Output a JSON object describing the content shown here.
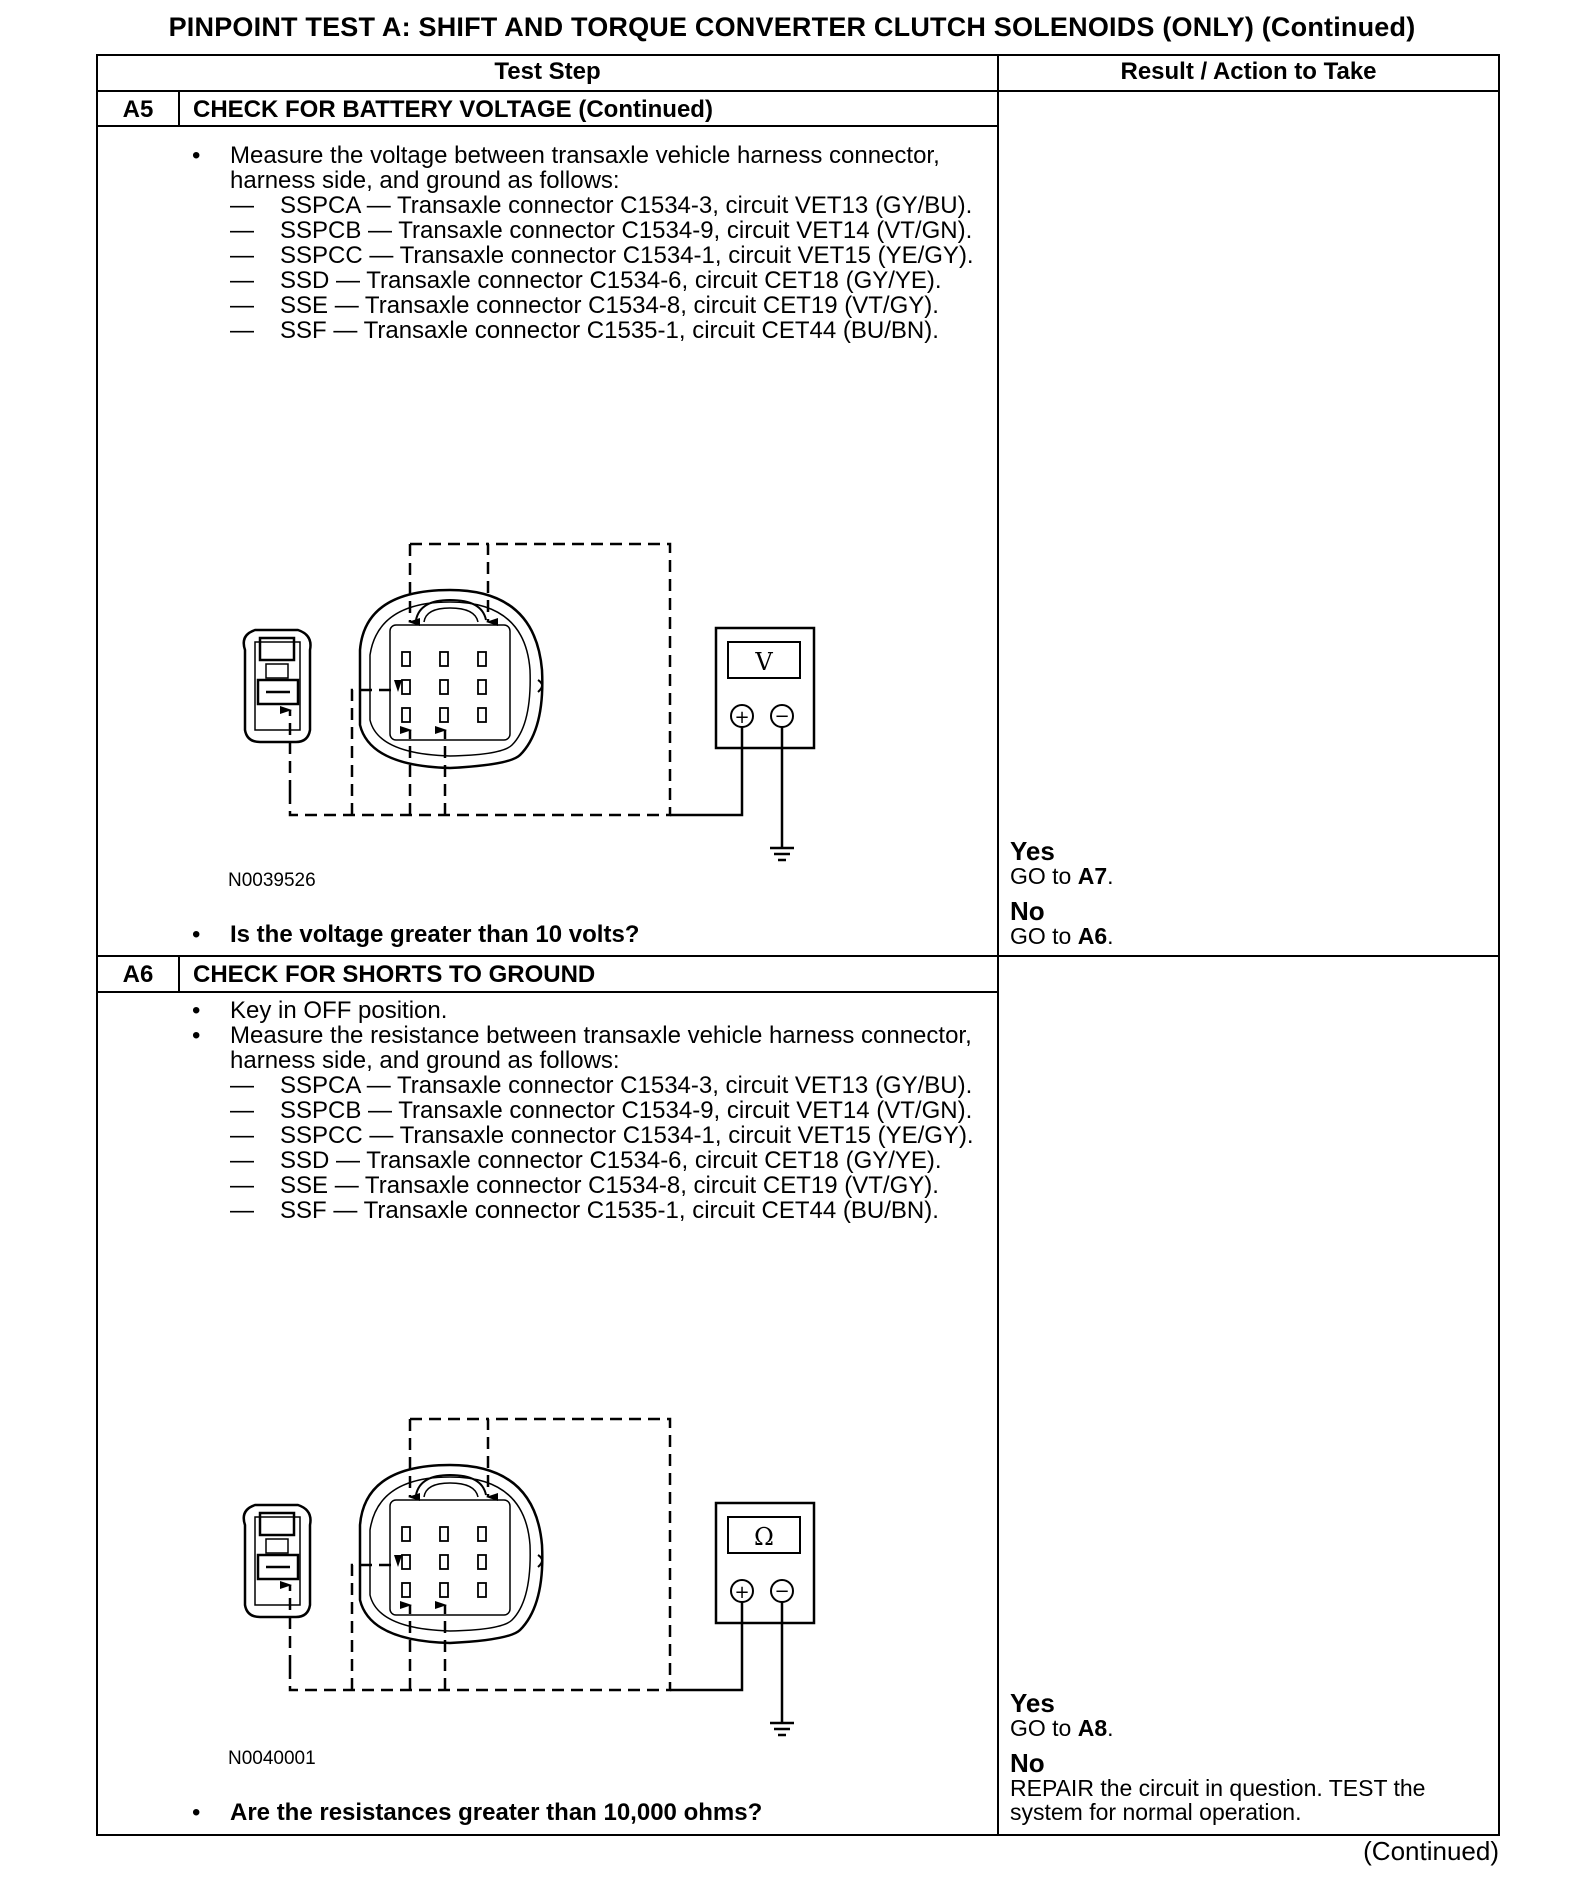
{
  "page_title": "PINPOINT TEST  A: SHIFT AND TORQUE CONVERTER CLUTCH SOLENOIDS (ONLY) (Continued)",
  "table": {
    "col_test_step": "Test Step",
    "col_result": "Result / Action to Take"
  },
  "steps": [
    {
      "id": "A5",
      "title": "CHECK FOR BATTERY VOLTAGE (Continued)",
      "bullets": [
        {
          "text": "Measure the voltage between transaxle vehicle harness connector, harness side, and ground as follows:",
          "sub": [
            "SSPCA — Transaxle connector C1534-3, circuit VET13 (GY/BU).",
            "SSPCB — Transaxle connector C1534-9, circuit VET14 (VT/GN).",
            "SSPCC — Transaxle connector C1534-1, circuit VET15 (YE/GY).",
            "SSD — Transaxle connector C1534-6, circuit CET18 (GY/YE).",
            "SSE — Transaxle connector C1534-8, circuit CET19 (VT/GY).",
            "SSF — Transaxle connector C1535-1, circuit CET44 (BU/BN)."
          ]
        }
      ],
      "figure_code": "N0039526",
      "meter_symbol": "V",
      "question": "Is the voltage greater than 10 volts?",
      "yes_label": "Yes",
      "yes_action_prefix": "GO to ",
      "yes_action_target": "A7",
      "no_label": "No",
      "no_action_prefix": "GO to ",
      "no_action_target": "A6"
    },
    {
      "id": "A6",
      "title": "CHECK FOR SHORTS TO GROUND",
      "bullets": [
        {
          "text": "Key in OFF position.",
          "sub": []
        },
        {
          "text": "Measure the resistance between transaxle vehicle harness connector, harness side, and ground as follows:",
          "sub": [
            "SSPCA — Transaxle connector C1534-3, circuit VET13 (GY/BU).",
            "SSPCB — Transaxle connector C1534-9, circuit VET14 (VT/GN).",
            "SSPCC — Transaxle connector C1534-1, circuit VET15 (YE/GY).",
            "SSD — Transaxle connector C1534-6, circuit CET18 (GY/YE).",
            "SSE — Transaxle connector C1534-8, circuit CET19 (VT/GY).",
            "SSF — Transaxle connector C1535-1, circuit CET44 (BU/BN)."
          ]
        }
      ],
      "figure_code": "N0040001",
      "meter_symbol": "Ω",
      "question": "Are the resistances greater than 10,000 ohms?",
      "yes_label": "Yes",
      "yes_action_prefix": "GO to ",
      "yes_action_target": "A8",
      "no_label": "No",
      "no_action": "REPAIR the circuit in question. TEST the system for normal operation."
    }
  ],
  "footer_continued": "(Continued)"
}
